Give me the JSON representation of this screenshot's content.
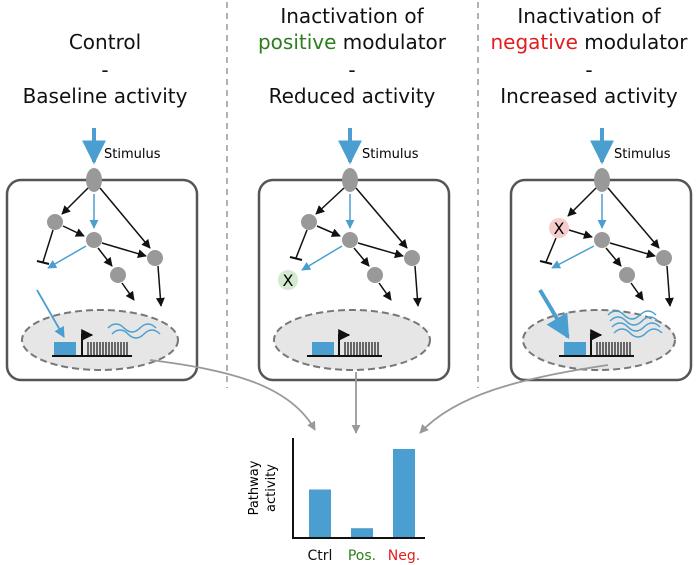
{
  "panels": [
    {
      "line1": "Control",
      "dash": "-",
      "line3": "Baseline activity",
      "stimulus": "Stimulus"
    },
    {
      "line1": "Inactivation of",
      "highlight": "positive",
      "line2_rest": " modulator",
      "dash": "-",
      "line3": "Reduced activity",
      "stimulus": "Stimulus",
      "node_mark": "X"
    },
    {
      "line1": "Inactivation of",
      "highlight": "negative",
      "line2_rest": " modulator",
      "dash": "-",
      "line3": "Increased activity",
      "stimulus": "Stimulus",
      "node_mark": "X"
    }
  ],
  "chart_data": {
    "type": "bar",
    "categories": [
      "Ctrl",
      "Pos.",
      "Neg."
    ],
    "values": [
      0.54,
      0.1,
      1.0
    ],
    "colors": [
      "#111111",
      "#2e7d1f",
      "#e01e1e"
    ],
    "bar_color": "#4a9fd0",
    "ylabel": "Pathway activity",
    "ylabel_lines": [
      "Pathway",
      "activity"
    ]
  },
  "colors": {
    "blue": "#4a9fd0",
    "node": "#999999",
    "green": "#2e7d1f",
    "red": "#e01e1e",
    "box": "#555555"
  }
}
